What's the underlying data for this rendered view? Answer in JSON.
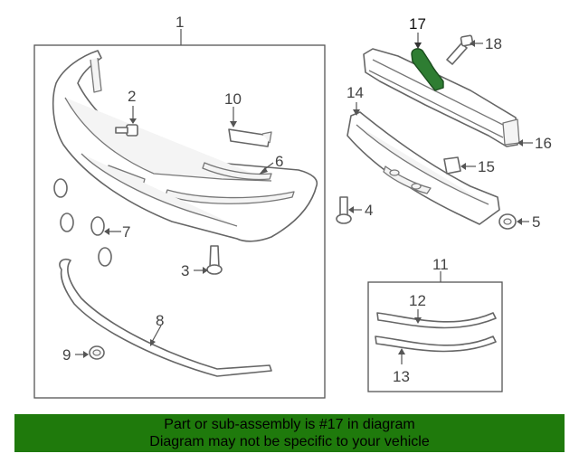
{
  "diagram": {
    "highlight_color": "#2e7d32",
    "callouts": {
      "c1": "1",
      "c2": "2",
      "c3": "3",
      "c4": "4",
      "c5": "5",
      "c6": "6",
      "c7": "7",
      "c8": "8",
      "c9": "9",
      "c10": "10",
      "c11": "11",
      "c12": "12",
      "c13": "13",
      "c14": "14",
      "c15": "15",
      "c16": "16",
      "c17": "17",
      "c18": "18"
    }
  },
  "banner": {
    "line1": "Part or sub-assembly is #17 in diagram",
    "line2": "Diagram may not be specific to your vehicle",
    "background": "#1f7a0c"
  }
}
